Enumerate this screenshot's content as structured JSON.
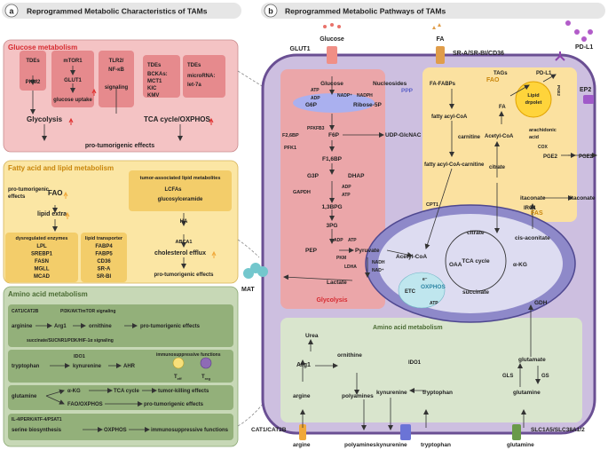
{
  "panel_a": {
    "letter": "a",
    "title": "Reprogrammed Metabolic Characteristics of TAMs",
    "glucose": {
      "title": "Glucose metabolism",
      "tdes1": "TDEs",
      "pkm2": "PKM2",
      "mtor1": "mTOR1",
      "glut1": "GLUT1",
      "glucose_uptake": "glucose uptake",
      "tlr2": "TLR2/",
      "nfkb": "NF-κB",
      "signaling": "signaling",
      "tdes2": "TDEs",
      "bckas": "BCKAs:",
      "mct1": "MCT1",
      "kic": "KIC",
      "kmv": "KMV",
      "tdes3": "TDEs",
      "microrna": "microRNA:",
      "let7a": "let-7a",
      "glycolysis": "Glycolysis",
      "tca_oxphos": "TCA cycle/OXPHOS",
      "effects": "pro-tumorigenic effects"
    },
    "fatty": {
      "title": "Fatty acid and lipid metabolism",
      "pro_effects_1": "pro-tumorigenic",
      "pro_effects_2": "effects",
      "fao": "FAO",
      "lipid_extra": "lipid extra",
      "tumor_lipid": "tumor-associated lipid metabolites",
      "lcfas": "LCFAs",
      "glucosyl": "glucosylceramide",
      "ha": "HA",
      "abca1": "ABCA1",
      "chol_efflux": "cholesterol efflux",
      "pro_effects_bottom": "pro-tumorigenic effects",
      "dys_title": "dysregulated enzymes",
      "dys_items": [
        "LPL",
        "SREBP1",
        "FASN",
        "MGLL",
        "MCAD"
      ],
      "lt_title": "lipid transporter",
      "lt_items": [
        "FABP4",
        "FABP5",
        "CD36",
        "SR-A",
        "SR-BI"
      ]
    },
    "amino": {
      "title": "Amino acid metabolism",
      "cat": "CAT1/CAT2B",
      "pi3k": "PI3K/AKT/mTOR signaling",
      "arginine": "arginine",
      "arg1": "Arg1",
      "ornithine": "ornithine",
      "pro_effects_1": "pro-tumorigenic effects",
      "succinate_line": "succinate/SUCNR1/PI3K/HIF-1α signaling",
      "ido1": "IDO1",
      "tryptophan": "tryptophan",
      "kynurenine": "kynurenine",
      "ahr": "AHR",
      "immuno_title": "immunosuppressive functions",
      "teff": "T",
      "teff_sub": "eff",
      "treg": "T",
      "treg_sub": "reg",
      "glutamine": "glutamine",
      "akg": "α-KG",
      "tca": "TCA cycle",
      "tumor_killing": "tumor-killing effects",
      "fao_ox": "FAO/OXPHOS",
      "pro_effects_2": "pro-tumorigenic effects",
      "il4": "IL-4/PERK/ATF-4/PSAT1",
      "serine": "serine biosynthesis",
      "oxphos": "OXPHOS",
      "immuno_fn": "immunosuppressive functions"
    }
  },
  "panel_b": {
    "letter": "b",
    "title": "Reprogrammed Metabolic Pathways of TAMs",
    "glucose_top": "Glucose",
    "glut1": "GLUT1",
    "fa_top": "FA",
    "sr": "SR-A/SR-BI/CD36",
    "pdl1_top": "PD-L1",
    "ep2": "EP2",
    "mat": "MAT",
    "glycolysis": {
      "title": "Glycolysis",
      "glucose": "Glucose",
      "atp": "ATP",
      "adp": "ADP",
      "g6p": "G6P",
      "nadp": "NADP⁺",
      "nadph": "NADPH",
      "ribose": "Ribose-5P",
      "nucleosides": "Nucleosides",
      "ppp": "PPP",
      "f26bp": "F2,6BP",
      "pfkfb3": "PFKFB3",
      "pfk1": "PFK1",
      "f6p": "F6P",
      "udp": "UDP-GlcNAC",
      "f16bp": "F1,6BP",
      "g3p": "G3P",
      "dhap": "DHAP",
      "gapdh": "GAPDH",
      "adp2": "ADP",
      "atp2": "ATP",
      "bpg": "1,3BPG",
      "pg3": "3PG",
      "pep": "PEP",
      "adp3": "ADP",
      "atp3": "ATP",
      "pkm": "PKM",
      "pyruvate": "Pyruvate",
      "ldha": "LDHA",
      "nadh": "NADH",
      "nad": "NAD⁺",
      "lactate": "Lactate"
    },
    "fao": {
      "title": "FAO",
      "fas": "FAS",
      "fa_fabps": "FA-FABPs",
      "fatty_acyl_coa": "fatty acyl-CoA",
      "carnitine": "carnitine",
      "fatty_acyl_carn": "fatty acyl-CoA-carnitine",
      "cpt1": "CPT1",
      "tags": "TAGs",
      "fa": "FA",
      "acetyl_coa_fas": "Acetyl-CoA",
      "citrate_fas": "citrate",
      "lipid1": "Lipid",
      "lipid2": "drpolet",
      "arachidonic1": "arachidonic",
      "arachidonic2": "acid",
      "cox": "COX",
      "pge2": "PGE2",
      "pge2_out": "PGE2",
      "pdl1_in": "PD-L1",
      "pge2_vert": "PGE2"
    },
    "mito": {
      "acetyl_coa": "Acetyl-CoA",
      "citrate": "citrate",
      "cis_acon": "cis-aconitate",
      "irg1": "IRG1",
      "itaconate_in": "itaconate",
      "itaconate_out": "itaconate",
      "oaa": "OAA",
      "tca": "TCA cycle",
      "akg": "α-KG",
      "succinate": "succinate",
      "etc": "ETC",
      "oxphos": "OXPHOS",
      "e": "e⁻",
      "atp": "ATP",
      "gdh": "GDH"
    },
    "amino": {
      "title": "Amino acid metabolism",
      "urea": "Urea",
      "arg1": "Arg1",
      "ornithine": "ornithine",
      "polyamines": "polyamines",
      "ido1": "IDO1",
      "arginine": "argine",
      "kynurenine": "kynurenine",
      "tryptophan": "tryptophan",
      "glutamate": "glutamate",
      "gls": "GLS",
      "gs": "GS",
      "glutamine": "glutamine",
      "cat": "CAT1/CAT2B",
      "slc": "SLC1A5/SLC38A1/2",
      "out_arginine": "argine",
      "out_polyamines": "polyamines",
      "out_kynurenine": "kynurenine",
      "out_tryptophan": "tryptophan",
      "out_glutamine": "glutamine"
    }
  },
  "colors": {
    "glucose_panel": "#f2b6b8",
    "glucose_inner": "#e98a8e",
    "fatty_panel": "#fbe7a6",
    "fatty_inner": "#f3cd6a",
    "amino_panel": "#c4d6b3",
    "amino_inner": "#8fad76",
    "cell": "#c9b8dc",
    "cell_border": "#6a4f93",
    "mito": "#8b87c6",
    "mito_inner": "#d7d6ef",
    "red": "#e0302f",
    "orange": "#f0a83a"
  }
}
